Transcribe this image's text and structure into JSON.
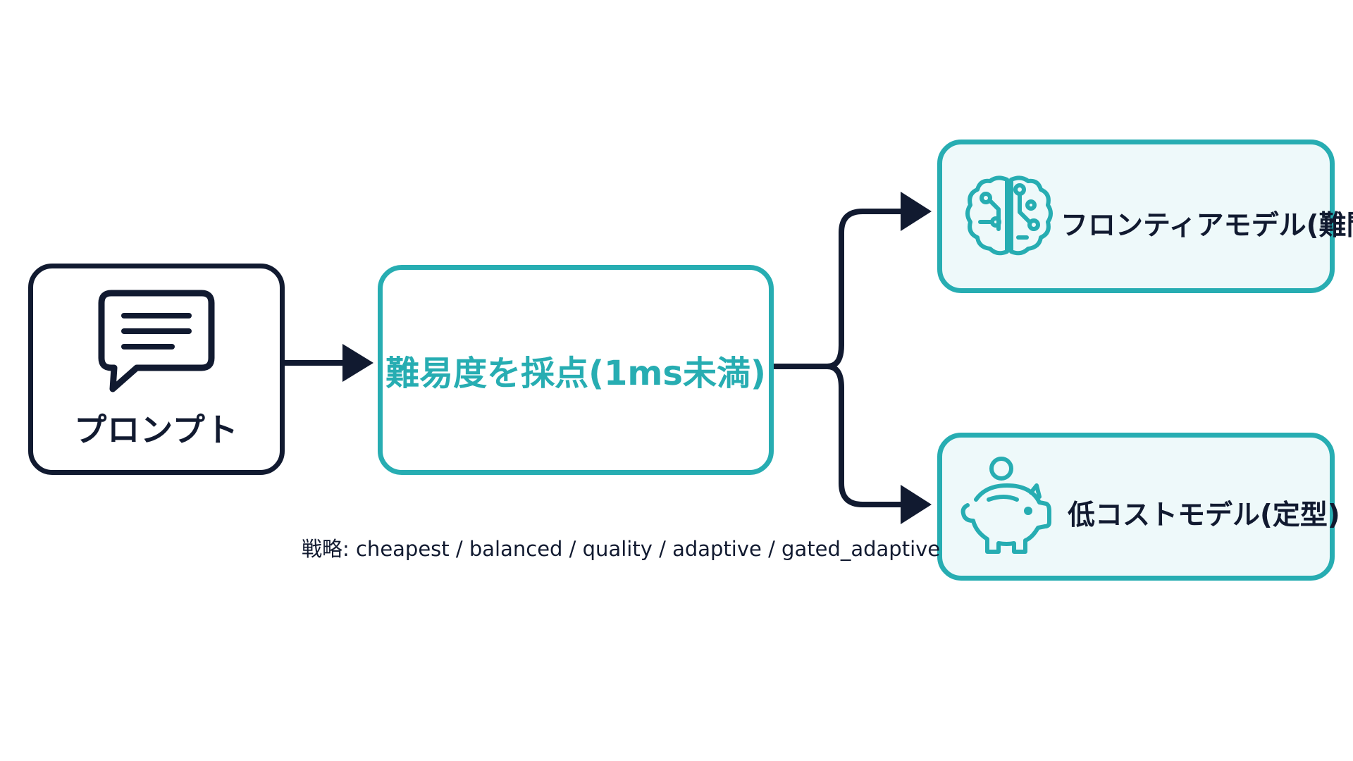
{
  "nodes": {
    "prompt": {
      "label": "プロンプト",
      "icon": "chat-bubble-icon"
    },
    "scorer": {
      "label": "難易度を採点(1ms未満)"
    },
    "frontier": {
      "label": "フロンティアモデル(難問)",
      "icon": "brain-circuit-icon"
    },
    "lowcost": {
      "label": "低コストモデル(定型)",
      "icon": "piggy-bank-icon"
    }
  },
  "strategy_caption": "戦略: cheapest / balanced / quality / adaptive / gated_adaptive",
  "colors": {
    "navy": "#111a30",
    "teal": "#27adb2",
    "teal_fill": "#eef9fa"
  }
}
